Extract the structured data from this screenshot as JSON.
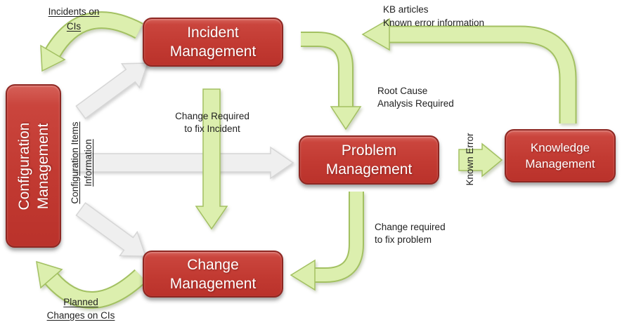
{
  "diagram": {
    "boxes": [
      {
        "id": "configuration-management",
        "label": "Configuration\nManagement"
      },
      {
        "id": "incident-management",
        "label": "Incident\nManagement"
      },
      {
        "id": "problem-management",
        "label": "Problem\nManagement"
      },
      {
        "id": "change-management",
        "label": "Change\nManagement"
      },
      {
        "id": "knowledge-management",
        "label": "Knowledge\nManagement"
      }
    ],
    "labels": {
      "incidents_on_cis": "Incidents on\nCIs",
      "configuration_items_information": "Configuration Items\nInformation",
      "change_required_to_fix_incident": "Change Required\nto fix Incident",
      "kb_articles": "KB articles\nKnown error information",
      "root_cause_analysis": "Root Cause\nAnalysis Required",
      "known_error": "Known Error",
      "change_required_to_fix_problem": "Change required\nto fix problem",
      "planned_changes_on_cis": "Planned\nChanges on CIs"
    },
    "connections": [
      {
        "from": "Incident Management",
        "to": "Configuration Management",
        "label": "Incidents on CIs",
        "style": "green"
      },
      {
        "from": "Configuration Management",
        "to": "Incident Management",
        "label": "Configuration Items Information",
        "style": "gray"
      },
      {
        "from": "Configuration Management",
        "to": "Problem Management",
        "label": "Configuration Items Information",
        "style": "gray"
      },
      {
        "from": "Configuration Management",
        "to": "Change Management",
        "label": "Configuration Items Information",
        "style": "gray"
      },
      {
        "from": "Incident Management",
        "to": "Problem Management",
        "label": "Root Cause Analysis Required",
        "style": "green"
      },
      {
        "from": "Incident Management",
        "to": "Change Management",
        "label": "Change Required to fix Incident",
        "style": "green"
      },
      {
        "from": "Knowledge Management",
        "to": "Incident Management",
        "label": "KB articles / Known error information",
        "style": "green"
      },
      {
        "from": "Problem Management",
        "to": "Knowledge Management",
        "label": "Known Error",
        "style": "green"
      },
      {
        "from": "Problem Management",
        "to": "Change Management",
        "label": "Change required to fix problem",
        "style": "green"
      },
      {
        "from": "Change Management",
        "to": "Configuration Management",
        "label": "Planned Changes on CIs",
        "style": "green"
      }
    ],
    "colors": {
      "process_box_fill": "#c23a32",
      "process_box_border": "#8e2722",
      "flow_arrow_fill": "#dcefae",
      "flow_arrow_border": "#a3c162",
      "data_arrow_fill": "#efefef",
      "data_arrow_border": "#d6d6d6",
      "label_text": "#1f1f1f",
      "box_text": "#ffffff"
    }
  }
}
